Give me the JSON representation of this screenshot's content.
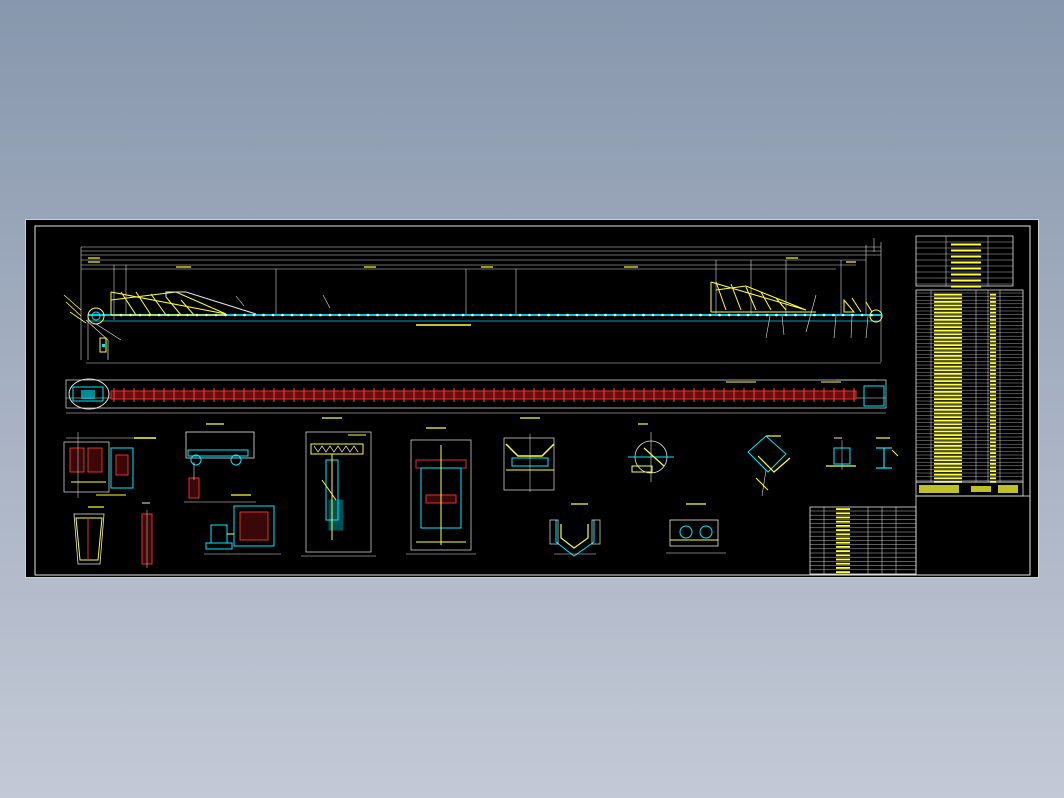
{
  "sheet": {
    "background": "#000000",
    "border_color": "#cfcfcf",
    "colors": {
      "outline": "#ffffff",
      "belt": "#00c8e8",
      "frame": "#ffff33",
      "section": "#e03030",
      "equipment": "#00e8ff",
      "dimension": "#ffffff"
    }
  },
  "views": {
    "elevation": {
      "name": "conveyor-elevation-view"
    },
    "plan": {
      "name": "conveyor-plan-view"
    },
    "details": [
      "detail-head-frame",
      "detail-guard-h",
      "detail-drive-unit",
      "detail-idler-section",
      "detail-pulley-frame",
      "detail-trough-idler",
      "detail-cleaner",
      "detail-bracket",
      "detail-hanger",
      "detail-channel",
      "detail-chute",
      "detail-vertical-plate",
      "detail-return-roller",
      "detail-skirt"
    ]
  },
  "title_block": {
    "name": "title-block",
    "parts_list": "parts-list"
  }
}
